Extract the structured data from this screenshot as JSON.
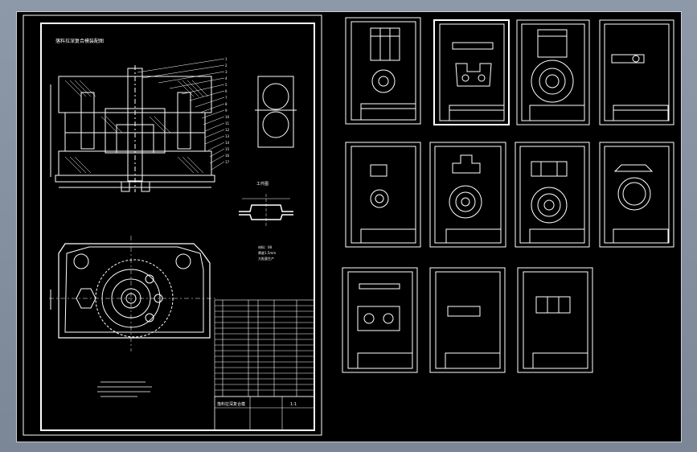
{
  "canvas": {
    "background": "#000000",
    "line_color": "#ffffff",
    "frame_color": "#8d99a8"
  },
  "assembly_sheet": {
    "title_line": "落料拉深复合模装配图",
    "part_label": "工件图",
    "notes": [
      "材料：08",
      "厚度1.5mm",
      "大批量生产"
    ],
    "title_block": {
      "name": "落料拉深复合模",
      "scale": "1:1"
    }
  },
  "part_sheets_count": 11
}
